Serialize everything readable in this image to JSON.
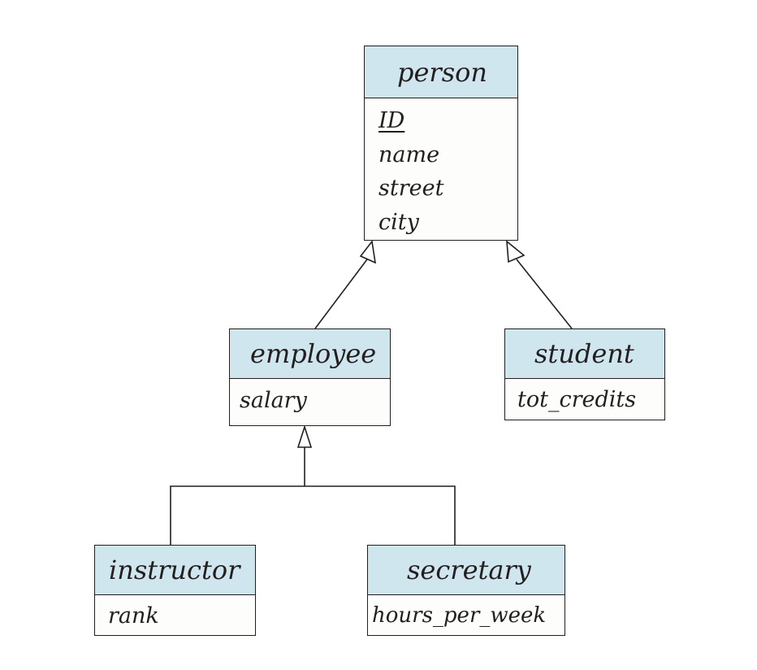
{
  "diagram": {
    "entities": {
      "person": {
        "name": "person",
        "attributes": [
          "ID",
          "name",
          "street",
          "city"
        ],
        "primary_key": "ID"
      },
      "employee": {
        "name": "employee",
        "attributes": [
          "salary"
        ]
      },
      "student": {
        "name": "student",
        "attributes": [
          "tot_credits"
        ]
      },
      "instructor": {
        "name": "instructor",
        "attributes": [
          "rank"
        ]
      },
      "secretary": {
        "name": "secretary",
        "attributes": [
          "hours_per_week"
        ]
      }
    },
    "relationships": [
      {
        "type": "specialization",
        "parent": "person",
        "child": "employee"
      },
      {
        "type": "specialization",
        "parent": "person",
        "child": "student"
      },
      {
        "type": "specialization",
        "parent": "employee",
        "child": "instructor"
      },
      {
        "type": "specialization",
        "parent": "employee",
        "child": "secretary"
      }
    ],
    "colors": {
      "header_fill": "#cfe6ef",
      "border": "#231f20",
      "body_fill": "#fdfdfb"
    }
  }
}
